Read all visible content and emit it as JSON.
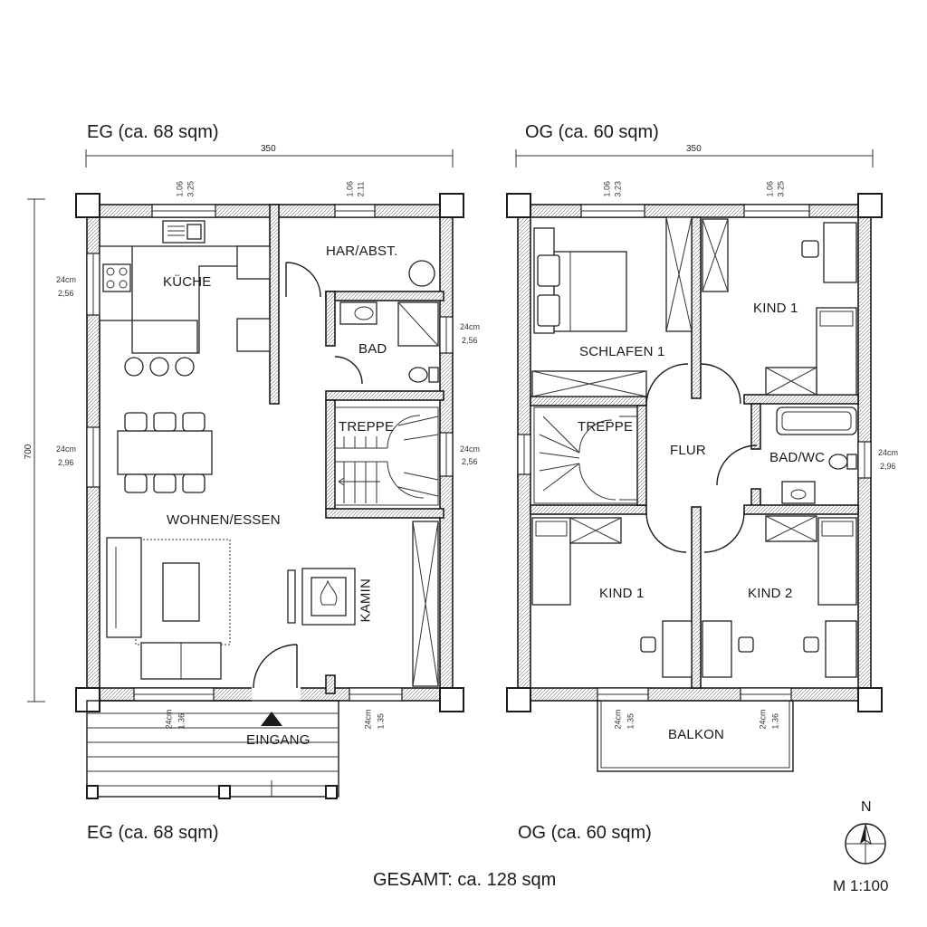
{
  "eg": {
    "title_top": "EG (ca. 68 sqm)",
    "title_bottom": "EG (ca. 68 sqm)",
    "width_dim": "350",
    "height_dim": "700",
    "rooms": {
      "kueche": "KÜCHE",
      "har": "HAR/ABST.",
      "bad": "BAD",
      "treppe": "TREPPE",
      "wohnen": "WOHNEN/ESSEN",
      "kamin": "KAMIN",
      "eingang": "EINGANG"
    },
    "windows": {
      "top1": {
        "a": "1.06",
        "b": "3.25"
      },
      "top2": {
        "a": "1.06",
        "b": "2.11"
      },
      "left1": {
        "a": "24cm",
        "b": "2,56"
      },
      "left2": {
        "a": "24cm",
        "b": "2,96"
      },
      "right1": {
        "a": "24cm",
        "b": "2,56"
      },
      "right2": {
        "a": "24cm",
        "b": "2,56"
      },
      "bottom1": {
        "a": "24cm",
        "b": "1.36"
      },
      "bottom2": {
        "a": "24cm",
        "b": "1.35"
      }
    }
  },
  "og": {
    "title_top": "OG (ca. 60 sqm)",
    "title_bottom": "OG (ca. 60 sqm)",
    "width_dim": "350",
    "rooms": {
      "schlafen": "SCHLAFEN 1",
      "kind1_top": "KIND 1",
      "treppe": "TREPPE",
      "flur": "FLUR",
      "badwc": "BAD/WC",
      "kind1_bottom": "KIND 1",
      "kind2": "KIND 2",
      "balkon": "BALKON"
    },
    "windows": {
      "top1": {
        "a": "1.06",
        "b": "3.23"
      },
      "top2": {
        "a": "1.06",
        "b": "3.25"
      },
      "right1": {
        "a": "24cm",
        "b": "2,96"
      },
      "bottom1": {
        "a": "24cm",
        "b": "1.35"
      },
      "bottom2": {
        "a": "24cm",
        "b": "1.36"
      }
    }
  },
  "total": "GESAMT: ca. 128 sqm",
  "north": "N",
  "scale": "M 1:100"
}
